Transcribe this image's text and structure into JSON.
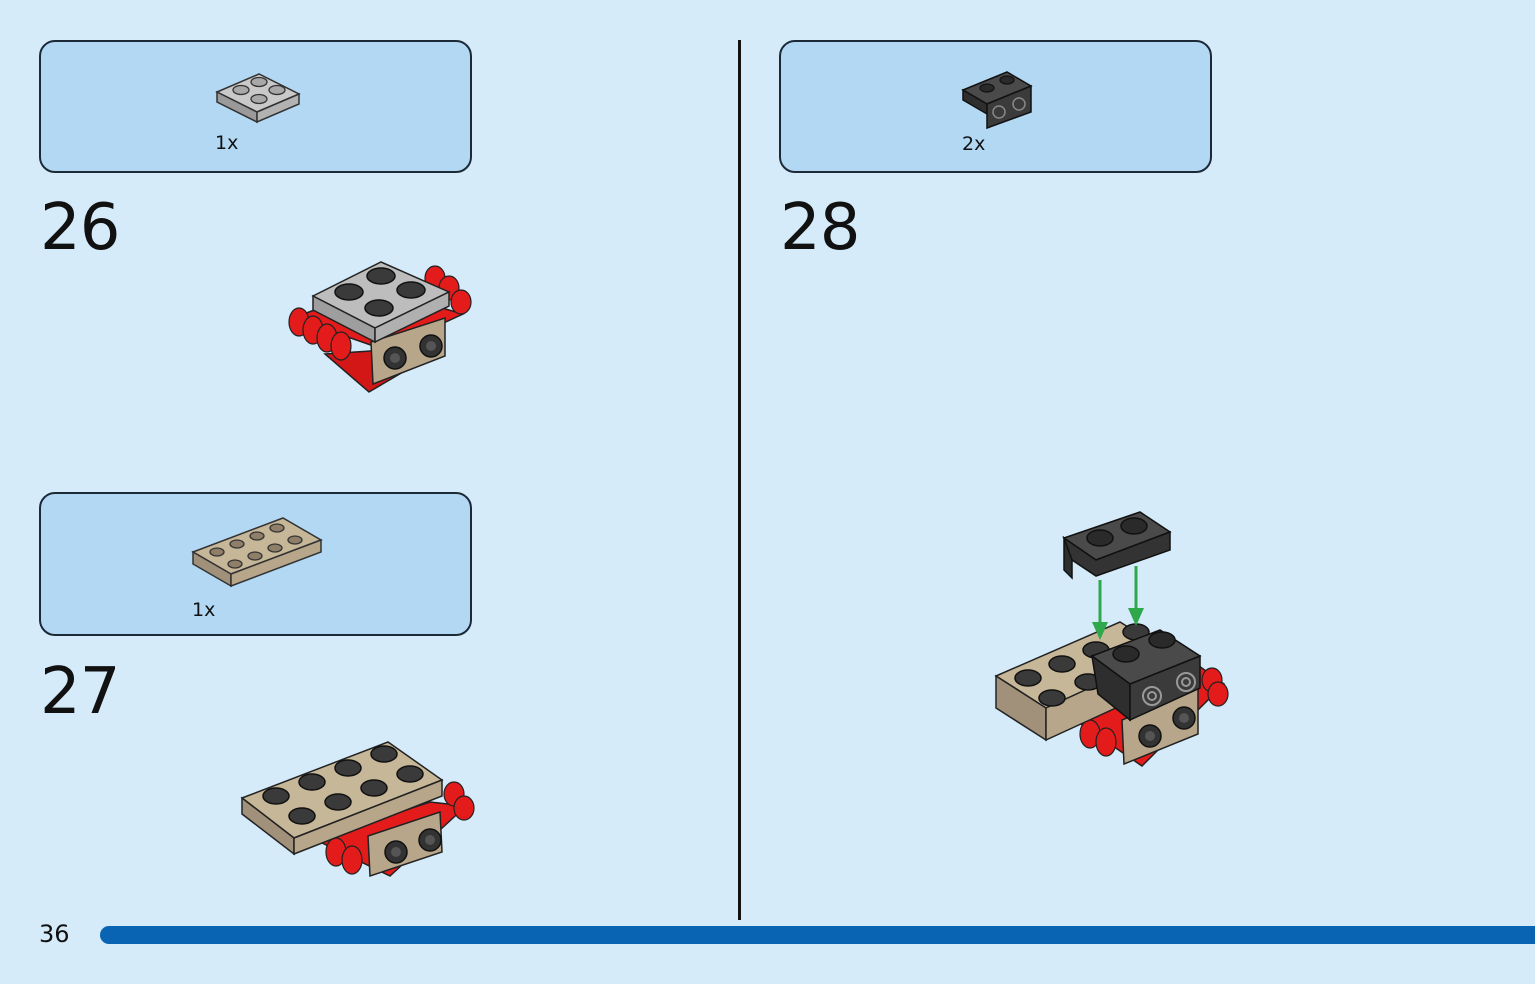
{
  "page_number": "36",
  "colors": {
    "background": "#d5ebfa",
    "parts_box": "#b3d8f4",
    "progress_bar": "#0a64b4",
    "arrow": "#2ea84a",
    "brick_red": "#e31b1b",
    "brick_tan": "#b7a68a",
    "brick_gray": "#a9a9a9",
    "brick_dark": "#333333"
  },
  "steps": [
    {
      "number": "26",
      "parts": [
        {
          "qty": "1x",
          "part": "2x2 light gray plate"
        }
      ]
    },
    {
      "number": "27",
      "parts": [
        {
          "qty": "1x",
          "part": "2x4 tan plate"
        }
      ]
    },
    {
      "number": "28",
      "parts": [
        {
          "qty": "2x",
          "part": "1x2 dark gray bracket"
        }
      ]
    }
  ]
}
